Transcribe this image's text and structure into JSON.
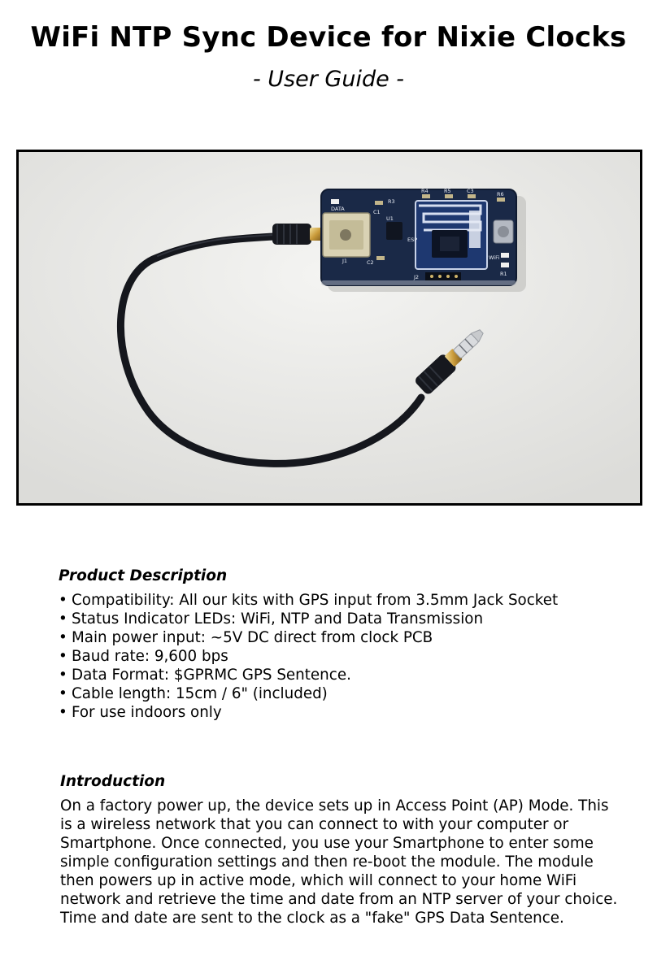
{
  "header": {
    "title": "WiFi NTP Sync Device for Nixie Clocks",
    "subtitle": "- User Guide -"
  },
  "photo": {
    "pcb_labels": {
      "data": "DATA",
      "r3": "R3",
      "r4": "R4",
      "r5": "R5",
      "c3": "C3",
      "r6": "R6",
      "c1": "C1",
      "u1": "U1",
      "esp": "ESP",
      "j1": "J1",
      "c2": "C2",
      "j2": "J2",
      "wifi": "WiFi",
      "r1": "R1"
    }
  },
  "product_description": {
    "heading": "Product Description",
    "items": [
      "Compatibility: All our kits with GPS input from 3.5mm Jack Socket",
      "Status Indicator LEDs: WiFi, NTP and Data Transmission",
      "Main power input: ~5V DC direct from clock PCB",
      "Baud rate: 9,600 bps",
      "Data Format: $GPRMC GPS Sentence.",
      "Cable length: 15cm / 6\" (included)",
      "For use indoors only"
    ]
  },
  "introduction": {
    "heading": "Introduction",
    "text": "On a factory power up, the device sets up in Access Point (AP) Mode. This is a wireless network that you can connect to with your computer or Smartphone. Once connected, you use your Smartphone to enter some simple configuration settings and then re-boot the module. The module then powers up in active mode, which will connect to your home WiFi network and retrieve the time and date from an NTP server of your choice. Time and date are sent to the clock as a \"fake\" GPS Data Sentence."
  }
}
